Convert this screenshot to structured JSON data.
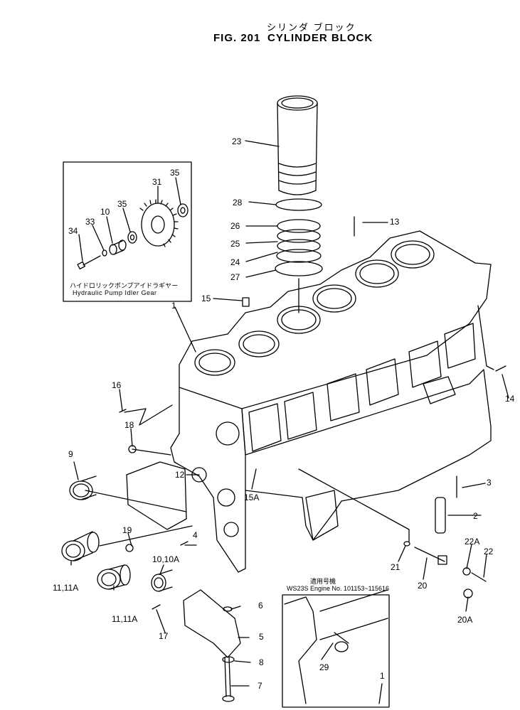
{
  "header": {
    "title_jp": "シリンダ ブロック",
    "fig_no": "FIG. 201",
    "title_en": "CYLINDER BLOCK"
  },
  "inset_gear": {
    "caption_jp": "ハイドロリックポンプアイドラギヤー",
    "caption_en": "Hydraulic Pump Idler Gear",
    "labels": [
      "35",
      "31",
      "35",
      "10",
      "33",
      "34"
    ]
  },
  "inset_serial": {
    "caption_jp": "適用号機",
    "caption_en": "WS23S Engine No. 101153~115616",
    "labels": [
      "29",
      "1"
    ]
  },
  "callouts": [
    "23",
    "28",
    "26",
    "25",
    "24",
    "27",
    "13",
    "15",
    "1",
    "16",
    "18",
    "9",
    "12",
    "15A",
    "14",
    "3",
    "2",
    "19",
    "4",
    "10,10A",
    "11,11A",
    "11,11A",
    "17",
    "6",
    "5",
    "8",
    "7",
    "21",
    "20",
    "22A",
    "22",
    "20A"
  ]
}
